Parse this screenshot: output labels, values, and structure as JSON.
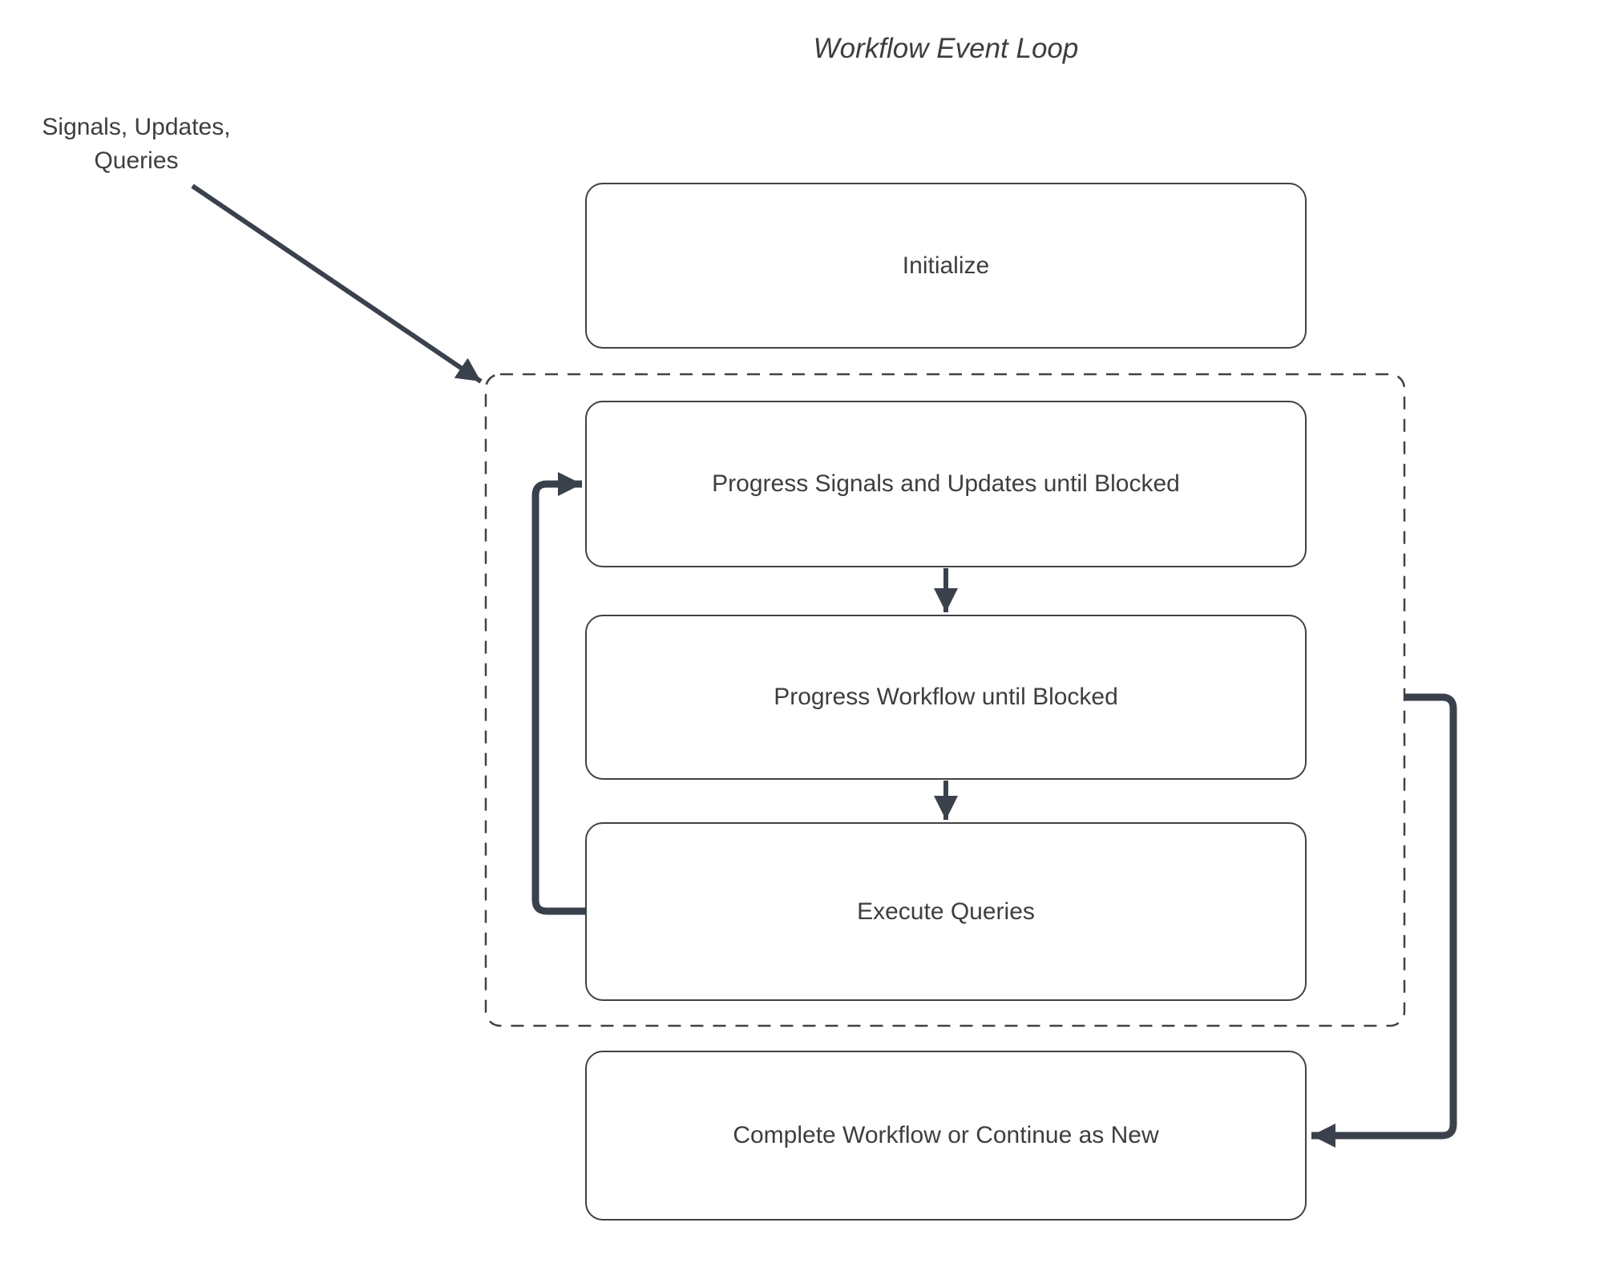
{
  "title": "Workflow Event Loop",
  "external_label": {
    "line1": "Signals, Updates,",
    "line2": "Queries"
  },
  "nodes": {
    "initialize": "Initialize",
    "progress_signals": "Progress Signals and Updates until Blocked",
    "progress_workflow": "Progress Workflow until Blocked",
    "execute_queries": "Execute Queries",
    "complete": "Complete Workflow or Continue as New"
  },
  "groups": {
    "event_loop": "dashed rounded container enclosing progress_signals, progress_workflow, execute_queries"
  },
  "edges": [
    {
      "from": "external_label",
      "to": "event_loop_group",
      "style": "thin-diagonal-arrow"
    },
    {
      "from": "progress_signals",
      "to": "progress_workflow",
      "style": "thin-down-arrow"
    },
    {
      "from": "progress_workflow",
      "to": "execute_queries",
      "style": "thin-down-arrow"
    },
    {
      "from": "execute_queries",
      "to": "progress_signals",
      "style": "thick-loop-back-left"
    },
    {
      "from": "event_loop_group",
      "to": "complete",
      "style": "thick-right-elbow-arrow"
    }
  ],
  "colors": {
    "background": "#ffffff",
    "arrow": "#3a414c",
    "box_border": "#424242",
    "dashed_border": "#424242",
    "text": "#3e3e3e"
  }
}
